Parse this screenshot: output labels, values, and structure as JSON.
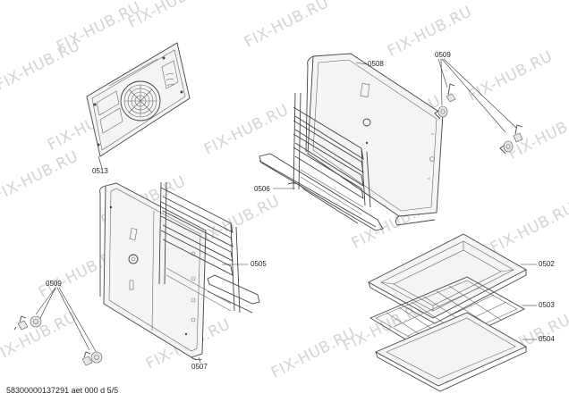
{
  "watermark": "FIX-HUB.RU",
  "parts": {
    "p0513": "0513",
    "p0508": "0508",
    "p0509_top": "0509",
    "p0506": "0506",
    "p0509_left": "0509",
    "p0505": "0505",
    "p0507": "0507",
    "p0502": "0502",
    "p0503": "0503",
    "p0504": "0504"
  },
  "footer": "58300000137291 aet 000 d 5/5"
}
